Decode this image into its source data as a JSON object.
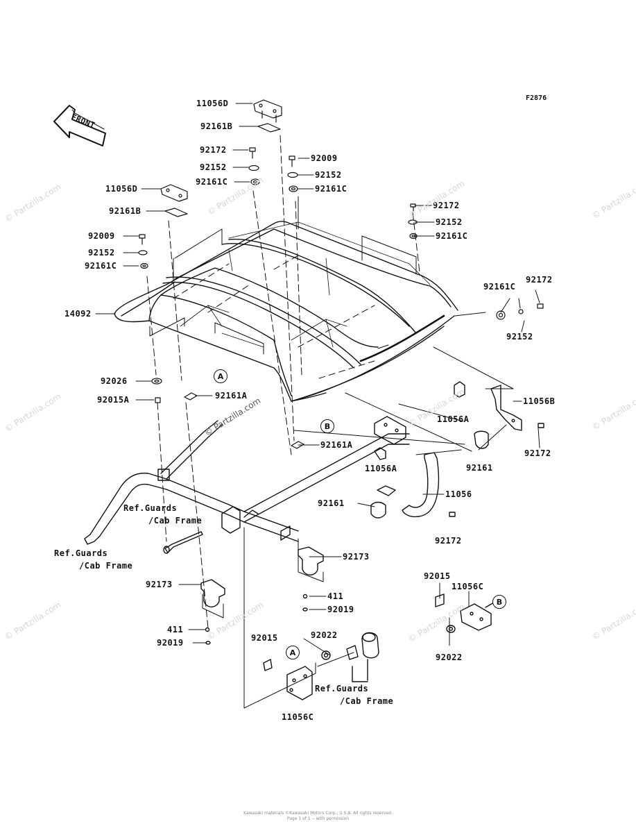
{
  "figure_code": "F2876",
  "front_label": "FRONT",
  "circle_labels": {
    "a": "A",
    "b": "B"
  },
  "watermark": "© Partzilla.com",
  "copyright": "Kawasaki materials ©Kawasaki Motors Corp., U.S.A. All rights reserved.",
  "copyright_sub": "Page 1 of 1 -- with permission",
  "parts": [
    "11056D",
    "92161B",
    "92172",
    "92152",
    "92161C",
    "92009",
    "92152",
    "92161C",
    "11056D",
    "92161B",
    "92009",
    "92152",
    "92161C",
    "92172",
    "92152",
    "92161C",
    "14092",
    "92161C",
    "92172",
    "92152",
    "92026",
    "92015A",
    "92161A",
    "11056A",
    "11056B",
    "92172",
    "92161A",
    "92161",
    "92172",
    "11056A",
    "11056",
    "92161",
    "92172",
    "92173",
    "411",
    "92019",
    "92173",
    "411",
    "92019",
    "92015",
    "11056C",
    "92022",
    "92015",
    "92022",
    "11056C"
  ],
  "ref_texts": {
    "guards_line1": "Ref.Guards",
    "guards_line2": "/Cab Frame"
  }
}
